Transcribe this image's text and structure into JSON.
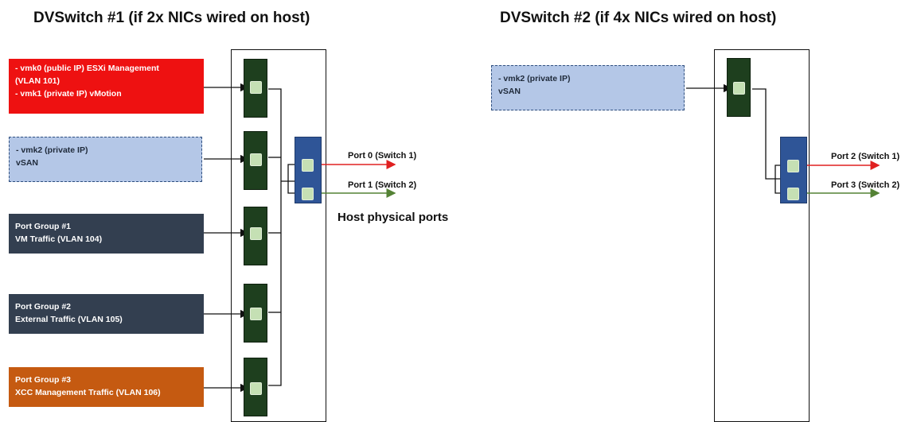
{
  "switch1": {
    "title": "DVSwitch #1 (if 2x NICs wired on host)",
    "port_groups": [
      {
        "lines": [
          "- vmk0 (public IP) ESXi Management",
          "(VLAN 101)",
          "- vmk1 (private IP) vMotion"
        ],
        "color": "#ee1111"
      },
      {
        "lines": [
          "- vmk2 (private IP)",
          "vSAN"
        ],
        "color": "#b4c7e7"
      },
      {
        "lines": [
          "Port Group #1",
          "VM Traffic (VLAN 104)"
        ],
        "color": "#333f50"
      },
      {
        "lines": [
          "Port Group #2",
          "External Traffic (VLAN 105)"
        ],
        "color": "#333f50"
      },
      {
        "lines": [
          "Port Group #3",
          "XCC Management Traffic (VLAN 106)"
        ],
        "color": "#c55a11"
      }
    ],
    "physical_ports": [
      {
        "label": "Port 0 (Switch 1)",
        "color": "#e02020"
      },
      {
        "label": "Port 1 (Switch 2)",
        "color": "#548235"
      }
    ],
    "host_label": "Host physical ports"
  },
  "switch2": {
    "title": "DVSwitch #2 (if 4x NICs wired on host)",
    "port_groups": [
      {
        "lines": [
          "- vmk2 (private IP)",
          "vSAN"
        ],
        "color": "#b4c7e7"
      }
    ],
    "physical_ports": [
      {
        "label": "Port 2 (Switch 1)",
        "color": "#e02020"
      },
      {
        "label": "Port 3 (Switch 2)",
        "color": "#548235"
      }
    ]
  },
  "colors": {
    "uplink": "#1e3f1e",
    "nic_group": "#2f5597",
    "port_icon": "#c5e0b4"
  }
}
